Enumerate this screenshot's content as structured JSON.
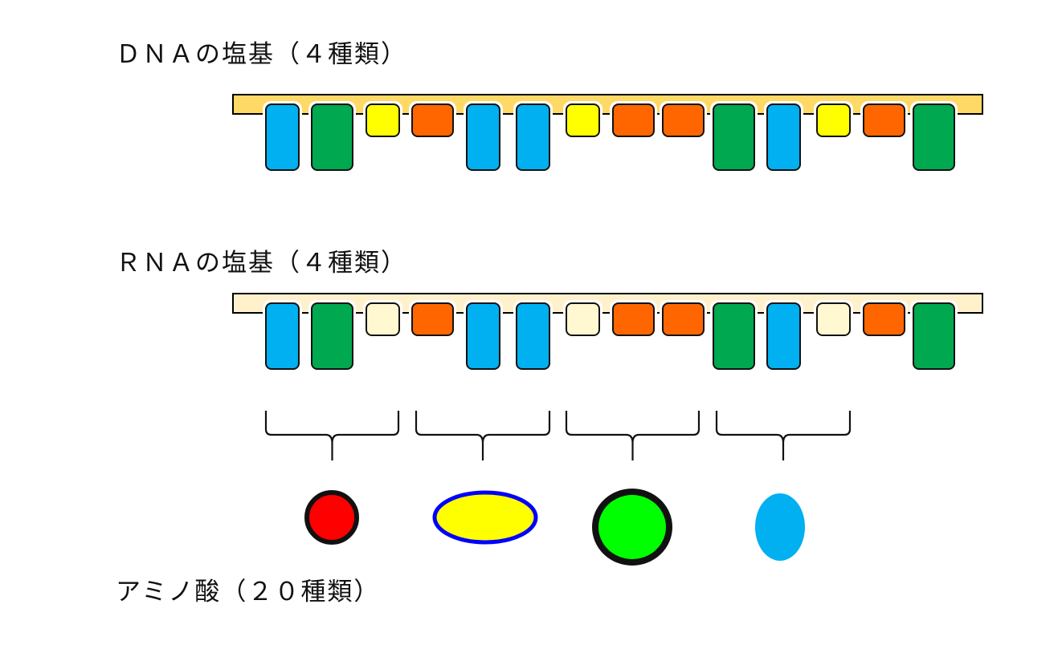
{
  "labels": {
    "dna": "ＤＮＡの塩基（４種類）",
    "rna": "ＲＮＡの塩基（４種類）",
    "amino": "アミノ酸（２０種類）"
  },
  "base_colors": {
    "blue": "#00b0f0",
    "green": "#00a84f",
    "yellow": "#ffff00",
    "orange": "#ff6600",
    "cream": "#fff8d0"
  },
  "strand_colors": {
    "dna": "#ffd966",
    "rna": "#fff1cc"
  },
  "dna_sequence": [
    "blue",
    "green",
    "yellow",
    "orange",
    "blue",
    "blue",
    "yellow",
    "orange",
    "orange",
    "green",
    "blue",
    "yellow",
    "orange",
    "green"
  ],
  "rna_sequence": [
    "blue",
    "green",
    "cream",
    "orange",
    "blue",
    "blue",
    "cream",
    "orange",
    "orange",
    "green",
    "blue",
    "cream",
    "orange",
    "green"
  ],
  "codon_groups": 4,
  "amino_acids": [
    {
      "name": "red-amino-acid",
      "fill": "#ff0000",
      "stroke": "#111111"
    },
    {
      "name": "yellow-amino-acid",
      "fill": "#ffff00",
      "stroke": "#0000ff"
    },
    {
      "name": "green-amino-acid",
      "fill": "#00ff00",
      "stroke": "#111111"
    },
    {
      "name": "blue-amino-acid",
      "fill": "#00b0f0",
      "stroke": "none"
    }
  ]
}
